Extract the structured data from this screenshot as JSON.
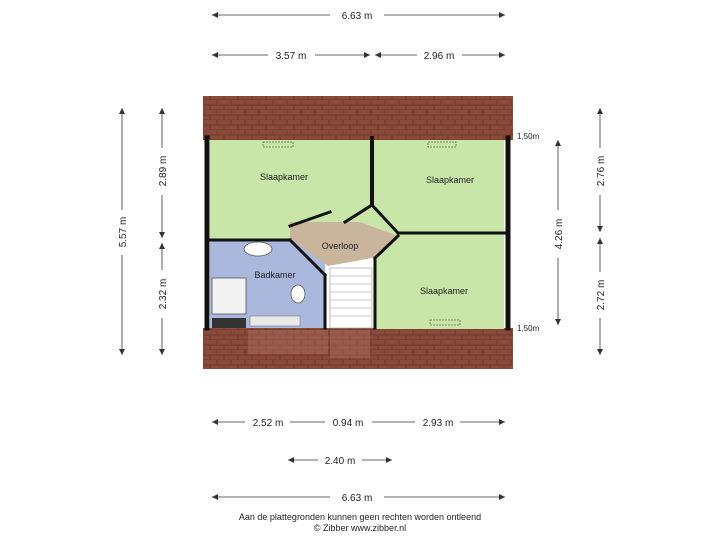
{
  "dimensions": {
    "top_total": "6.63 m",
    "top_left": "3.57 m",
    "top_right": "2.96 m",
    "left_total": "5.57 m",
    "left_upper": "2.89 m",
    "left_lower": "2.32 m",
    "right_total": "4.26 m",
    "right_upper": "2.76 m",
    "right_lower": "2.72 m",
    "bottom_a": "2.52 m",
    "bottom_b": "0.94 m",
    "bottom_c": "2.93 m",
    "bottom_mid": "2.40 m",
    "bottom_total": "6.63 m",
    "height_top": "1,50m",
    "height_bottom": "1,50m"
  },
  "rooms": {
    "bedroom_top_left": "Slaapkamer",
    "bedroom_top_right": "Slaapkamer",
    "bedroom_bottom_right": "Slaapkamer",
    "bathroom": "Badkamer",
    "landing": "Overloop"
  },
  "colors": {
    "bedroom": "#c8e6a8",
    "bathroom": "#a9b8dc",
    "landing": "#c9b49c",
    "roof": "#8a4a3a",
    "wall": "#111111"
  },
  "footer": {
    "disclaimer": "Aan de plattegronden kunnen geen rechten worden ontleend",
    "copyright": "© Zibber www.zibber.nl"
  }
}
